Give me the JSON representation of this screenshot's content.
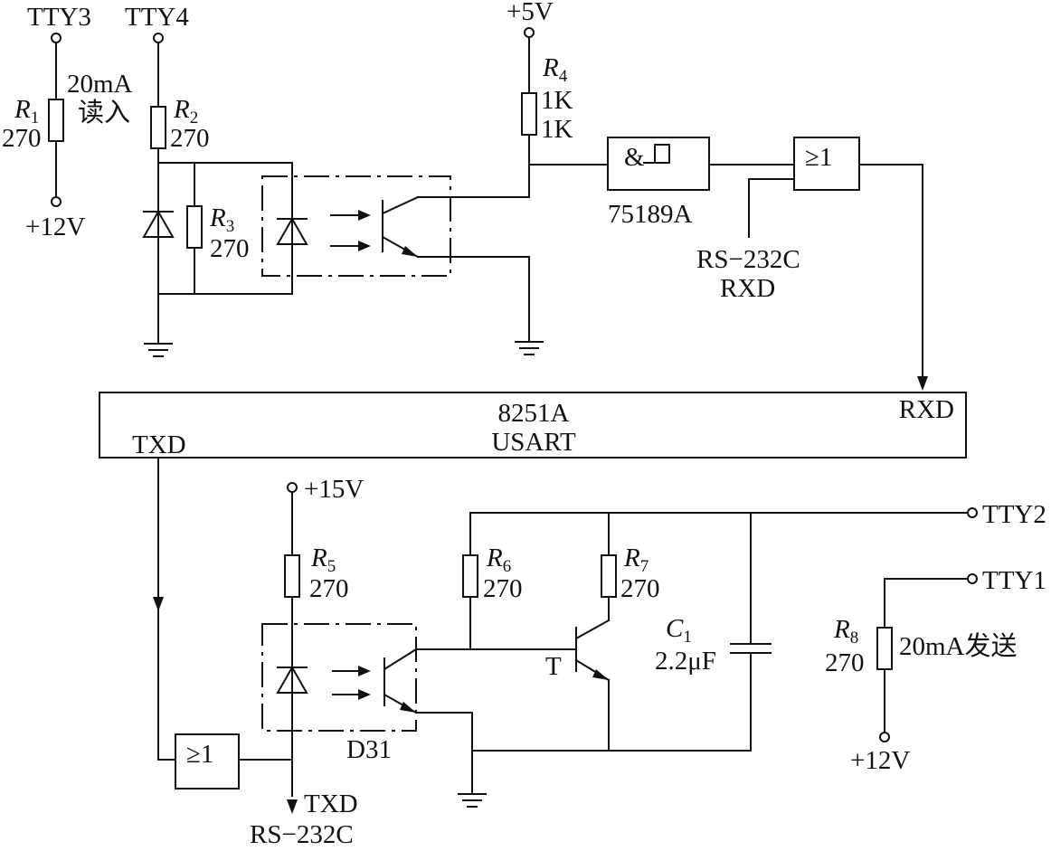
{
  "terminals": {
    "tty3": "TTY3",
    "tty4": "TTY4",
    "tty2": "TTY2",
    "tty1": "TTY1",
    "plus5v": "+5V",
    "plus15v": "+15V",
    "plus12v_top": "+12V",
    "plus12v_bottom": "+12V"
  },
  "receive_circuit": {
    "r1": {
      "letter": "R",
      "sub": "1",
      "value": "270"
    },
    "r2": {
      "letter": "R",
      "sub": "2",
      "value": "270"
    },
    "r3": {
      "letter": "R",
      "sub": "3",
      "value": "270"
    },
    "r4": {
      "letter": "R",
      "sub": "4",
      "value1": "1K",
      "value2": "1K"
    },
    "current_label": "20mA",
    "read_label": "读入",
    "receiver_symbol": "&",
    "receiver_part": "75189A",
    "or_gate_symbol": "≥1",
    "rs232_label": "RS−232C",
    "rxd_label": "RXD"
  },
  "usart": {
    "name": "8251A",
    "type": "USART",
    "txd_pin": "TXD",
    "rxd_pin": "RXD"
  },
  "transmit_circuit": {
    "r5": {
      "letter": "R",
      "sub": "5",
      "value": "270"
    },
    "r6": {
      "letter": "R",
      "sub": "6",
      "value": "270"
    },
    "r7": {
      "letter": "R",
      "sub": "7",
      "value": "270"
    },
    "r8": {
      "letter": "R",
      "sub": "8",
      "value": "270"
    },
    "c1": {
      "letter": "C",
      "sub": "1",
      "value": "2.2μF"
    },
    "transistor_label": "T",
    "optocoupler_label": "D31",
    "or_gate_symbol": "≥1",
    "send_label": "20mA发送",
    "txd_label": "TXD",
    "rs232_label": "RS−232C"
  }
}
